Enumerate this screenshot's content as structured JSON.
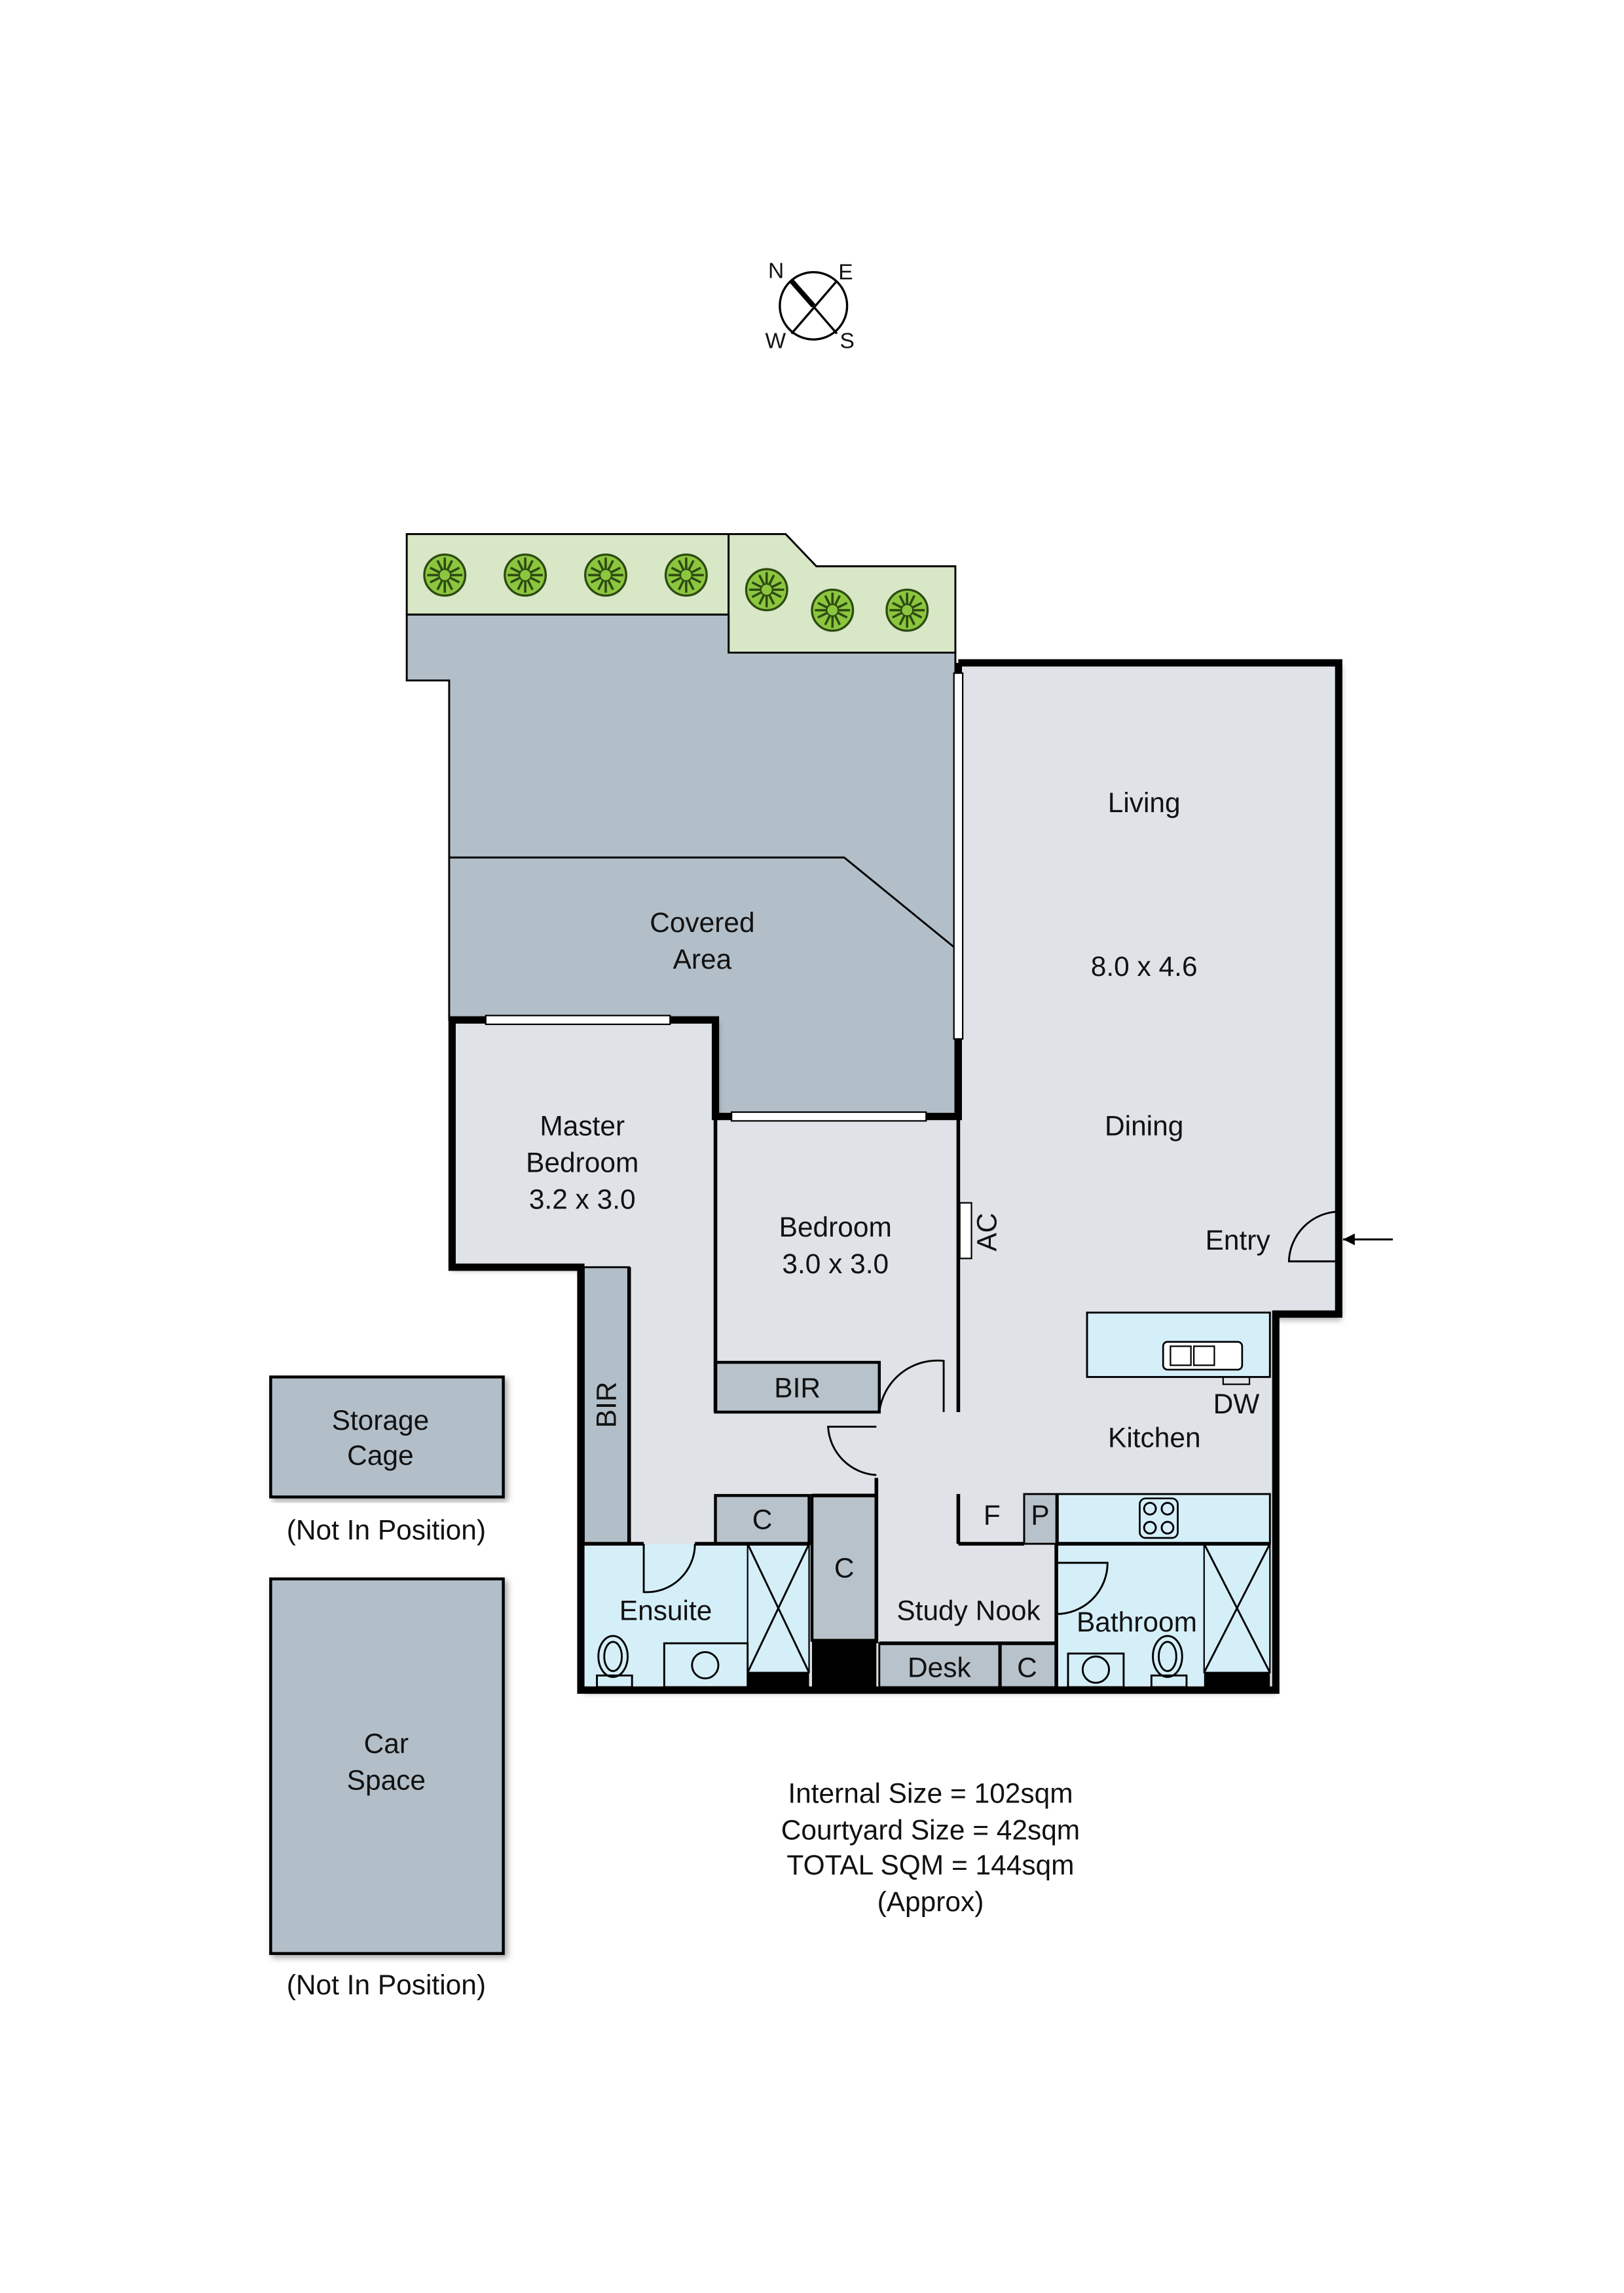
{
  "compass": {
    "n": "N",
    "e": "E",
    "s": "S",
    "w": "W"
  },
  "rooms": {
    "living": "Living",
    "living_size": "8.0 x 4.6",
    "dining": "Dining",
    "entry": "Entry",
    "kitchen": "Kitchen",
    "dw": "DW",
    "covered_1": "Covered",
    "covered_2": "Area",
    "master_1": "Master",
    "master_2": "Bedroom",
    "master_size": "3.2 x 3.0",
    "bedroom": "Bedroom",
    "bedroom_size": "3.0 x 3.0",
    "ac": "AC",
    "bir_bedroom": "BIR",
    "bir_master": "BIR",
    "ensuite": "Ensuite",
    "c_top": "C",
    "c_mid": "C",
    "c_desk": "C",
    "study_nook": "Study Nook",
    "desk": "Desk",
    "bathroom": "Bathroom",
    "fridge": "F",
    "pantry": "P"
  },
  "storage": {
    "line1": "Storage",
    "line2": "Cage",
    "note": "(Not In Position)"
  },
  "car": {
    "line1": "Car",
    "line2": "Space",
    "note": "(Not In Position)"
  },
  "summary": {
    "internal": "Internal Size = 102sqm",
    "courtyard": "Courtyard Size = 42sqm",
    "total": "TOTAL SQM = 144sqm",
    "approx": "(Approx)"
  },
  "colors": {
    "covered": "#b3bfc8",
    "interior": "#dfe3e7",
    "wet": "#d5eff9",
    "cabinet": "#b8c2ca",
    "garden": "#d8e7c6",
    "tree": "#8cc63f"
  }
}
